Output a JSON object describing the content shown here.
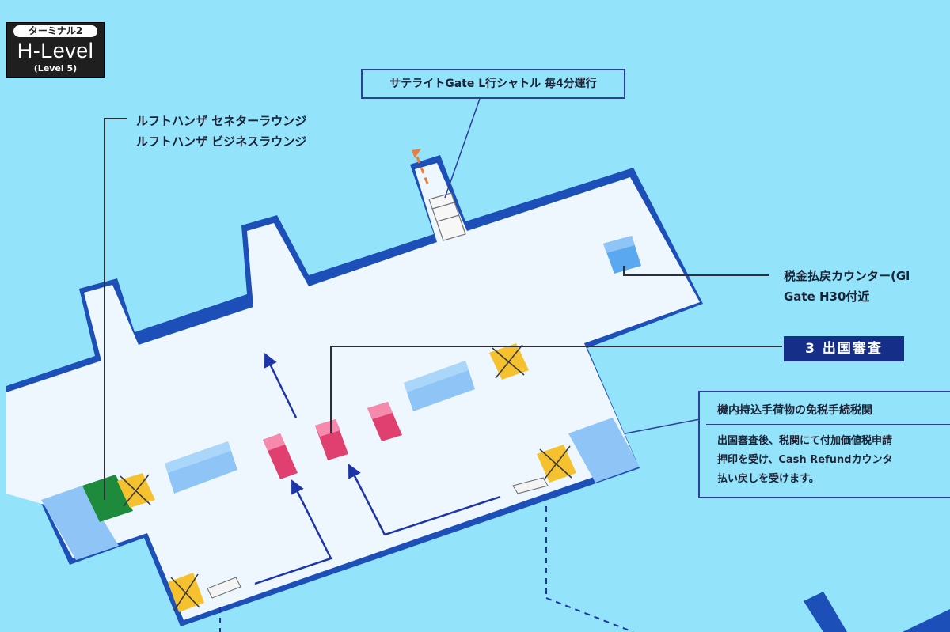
{
  "badge": {
    "terminal": "ターミナル2",
    "level": "H-Level",
    "sublevel": "(Level 5)"
  },
  "labels": {
    "lounge_line1": "ルフトハンザ セネターラウンジ",
    "lounge_line2": "ルフトハンザ ビジネスラウンジ",
    "shuttle": "サテライトGate L行シャトル 毎4分運行",
    "tax_refund_line1": "税金払戻カウンター(Gl",
    "tax_refund_line2": "Gate H30付近",
    "immigration": "3 出国審査",
    "customs_title": "機内持込手荷物の免税手続税関",
    "customs_desc_line1": "出国審査後、税関にて付加価値税申請",
    "customs_desc_line2": "押印を受け、Cash Refundカウンタ",
    "customs_desc_line3": "払い戻しを受けます。"
  },
  "colors": {
    "background": "#93e3fb",
    "floor": "#eef7fd",
    "wall": "#1d4fb8",
    "counter_blue": "#8fc4f6",
    "immigration_booth": "#f2588c",
    "no_entry": "#f5c12e",
    "lounge": "#1e8a3c",
    "leader_line": "#2a2f3a",
    "shuttle_arrow": "#f07a3a"
  }
}
